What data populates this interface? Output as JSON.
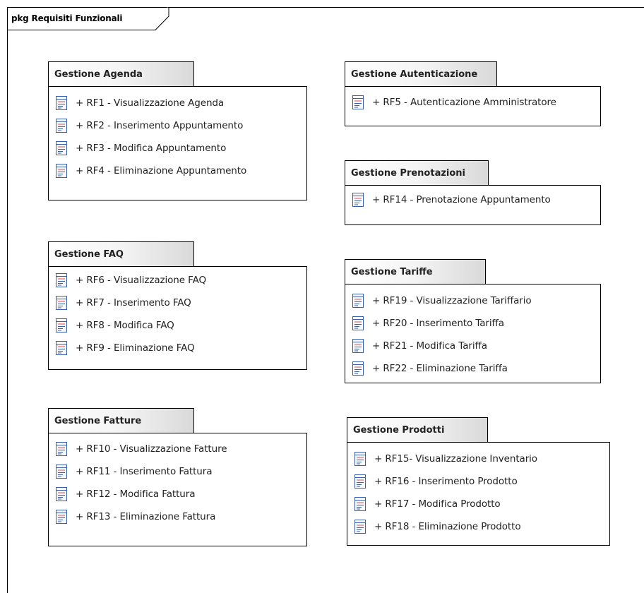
{
  "diagram": {
    "title": "pkg Requisiti Funzionali",
    "packages": [
      {
        "id": "agenda",
        "name": "Gestione Agenda",
        "items": [
          "+ RF1 - Visualizzazione Agenda",
          "+ RF2 - Inserimento Appuntamento",
          "+ RF3 - Modifica Appuntamento",
          "+ RF4 - Eliminazione Appuntamento"
        ]
      },
      {
        "id": "autenticazione",
        "name": "Gestione Autenticazione",
        "items": [
          "+ RF5 - Autenticazione Amministratore"
        ]
      },
      {
        "id": "prenotazioni",
        "name": "Gestione Prenotazioni",
        "items": [
          "+ RF14 - Prenotazione Appuntamento"
        ]
      },
      {
        "id": "faq",
        "name": "Gestione FAQ",
        "items": [
          "+ RF6 - Visualizzazione FAQ",
          "+ RF7 - Inserimento FAQ",
          "+ RF8 - Modifica FAQ",
          "+ RF9 - Eliminazione FAQ"
        ]
      },
      {
        "id": "tariffe",
        "name": "Gestione Tariffe",
        "items": [
          "+ RF19 - Visualizzazione Tariffario",
          "+ RF20 - Inserimento Tariffa",
          "+ RF21 - Modifica Tariffa",
          "+ RF22 - Eliminazione Tariffa"
        ]
      },
      {
        "id": "fatture",
        "name": "Gestione Fatture",
        "items": [
          "+ RF10 - Visualizzazione Fatture",
          "+ RF11 - Inserimento Fattura",
          "+ RF12 - Modifica Fattura",
          "+ RF13 - Eliminazione Fattura"
        ]
      },
      {
        "id": "prodotti",
        "name": "Gestione Prodotti",
        "items": [
          "+ RF15- Visualizzazione Inventario",
          "+ RF16 - Inserimento Prodotto",
          "+ RF17 - Modifica Prodotto",
          "+ RF18 - Eliminazione Prodotto"
        ]
      }
    ],
    "icon": "requirement-icon",
    "colors": {
      "icon_stroke": "#3b5fa8",
      "icon_accent": "#e05050",
      "tab_gradient_end": "#d9d9d9"
    }
  }
}
